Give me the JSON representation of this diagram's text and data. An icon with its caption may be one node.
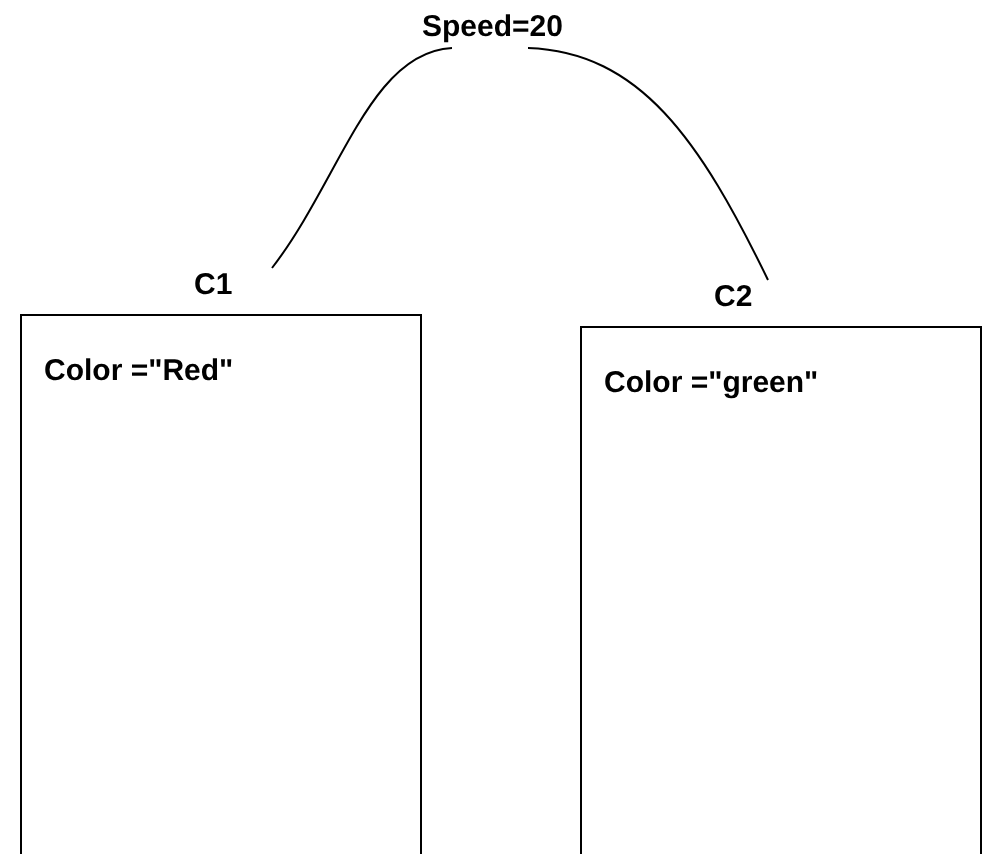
{
  "diagram": {
    "nodes": [
      {
        "text": [
          "Speed=20"
        ]
      },
      {
        "text": [
          "C1",
          "Color =\"Red\""
        ]
      },
      {
        "text": [
          "C2",
          "Color =\"green\""
        ]
      }
    ],
    "edges": [
      {
        "from": 0,
        "to": 1,
        "arrow": "none"
      },
      {
        "from": 0,
        "to": 2,
        "arrow": "none"
      }
    ]
  }
}
